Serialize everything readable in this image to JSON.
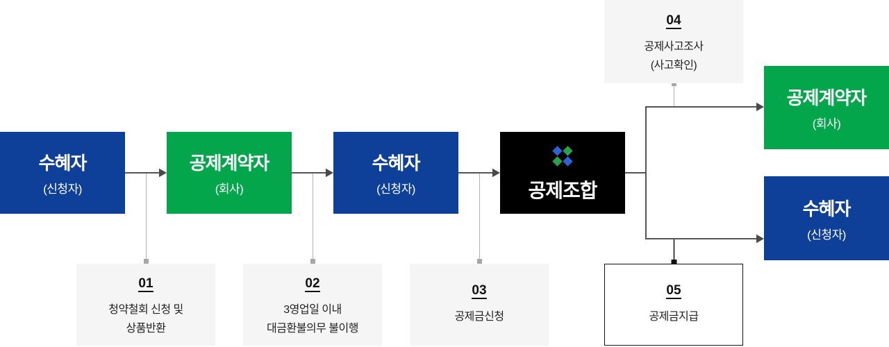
{
  "colors": {
    "blue": "#0e409a",
    "green": "#04a64b",
    "black_box": "#000000",
    "step_bg": "#f5f5f5",
    "line_dark": "#545454",
    "line_light": "#b3b3b3",
    "dot_light": "#a6a6a6",
    "line_black": "#111111",
    "logo_blue": "#2e63d6",
    "logo_green": "#2ba04a"
  },
  "flow": {
    "beneficiary1": {
      "title": "수혜자",
      "subtitle": "(신청자)"
    },
    "contractor1": {
      "title": "공제계약자",
      "subtitle": "(회사)"
    },
    "beneficiary2": {
      "title": "수혜자",
      "subtitle": "(신청자)"
    },
    "union": {
      "title": "공제조합"
    },
    "contractor2": {
      "title": "공제계약자",
      "subtitle": "(회사)"
    },
    "beneficiary3": {
      "title": "수혜자",
      "subtitle": "(신청자)"
    }
  },
  "steps": {
    "step1": {
      "number": "01",
      "line1": "청약철회 신청 및",
      "line2": "상품반환"
    },
    "step2": {
      "number": "02",
      "line1": "3영업일 이내",
      "line2": "대금환불의무 불이행"
    },
    "step3": {
      "number": "03",
      "line1": "공제금신청"
    },
    "step4": {
      "number": "04",
      "line1": "공제사고조사",
      "line2": "(사고확인)"
    },
    "step5": {
      "number": "05",
      "line1": "공제금지급"
    }
  }
}
